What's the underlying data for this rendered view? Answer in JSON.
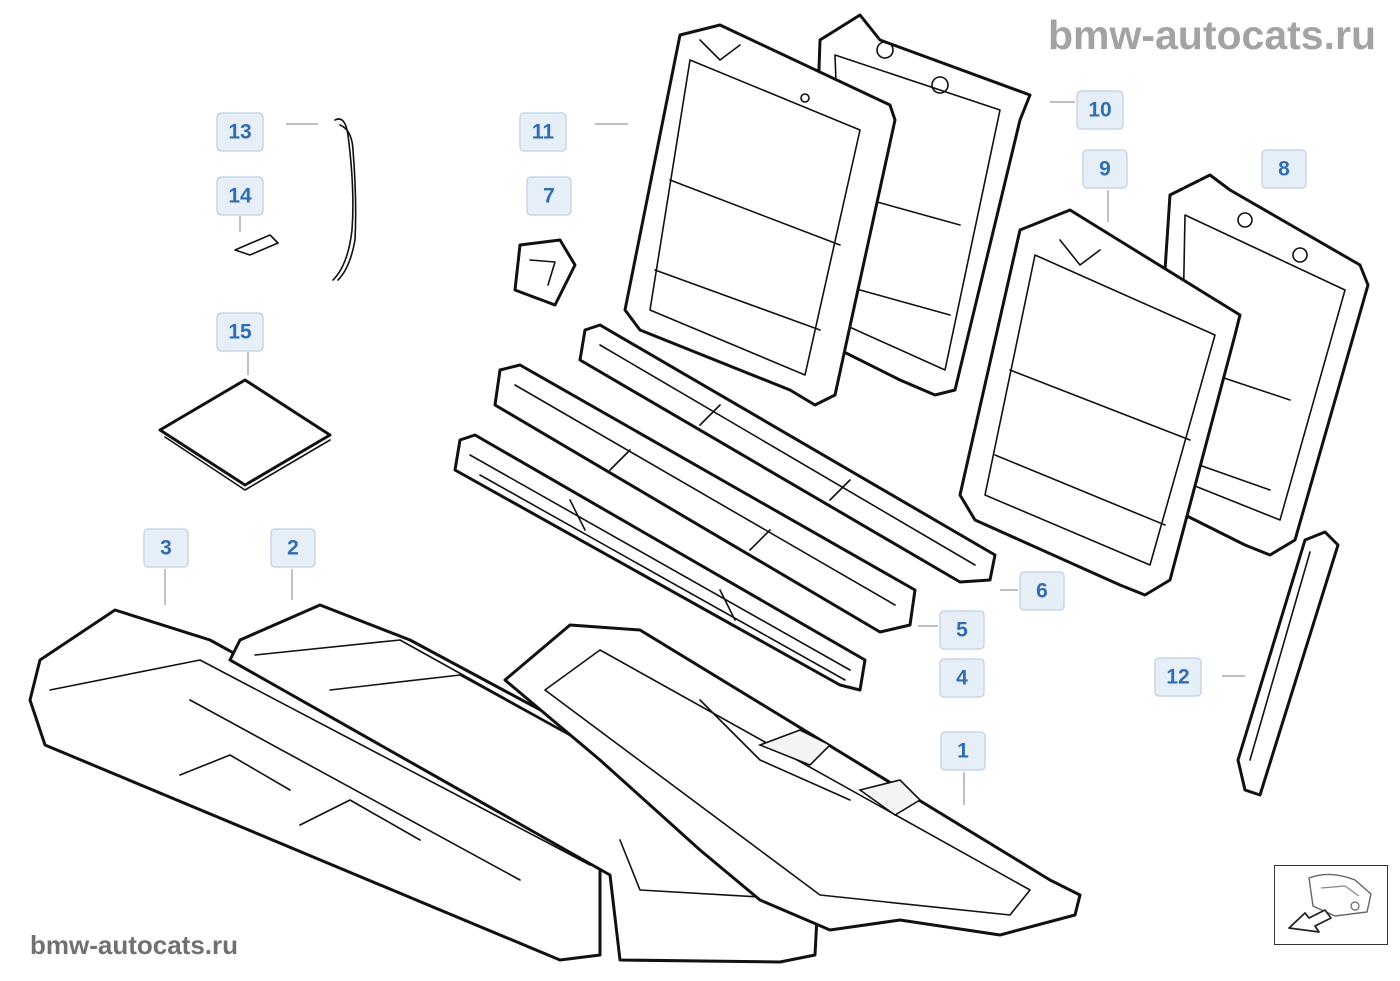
{
  "watermark": {
    "top": "bmw-autocats.ru",
    "bottom": "bmw-autocats.ru"
  },
  "callouts": [
    {
      "id": "callout-1",
      "label": "1"
    },
    {
      "id": "callout-2",
      "label": "2"
    },
    {
      "id": "callout-3",
      "label": "3"
    },
    {
      "id": "callout-4",
      "label": "4"
    },
    {
      "id": "callout-5",
      "label": "5"
    },
    {
      "id": "callout-6",
      "label": "6"
    },
    {
      "id": "callout-7",
      "label": "7"
    },
    {
      "id": "callout-8",
      "label": "8"
    },
    {
      "id": "callout-9",
      "label": "9"
    },
    {
      "id": "callout-10",
      "label": "10"
    },
    {
      "id": "callout-11",
      "label": "11"
    },
    {
      "id": "callout-12",
      "label": "12"
    },
    {
      "id": "callout-13",
      "label": "13"
    },
    {
      "id": "callout-14",
      "label": "14"
    },
    {
      "id": "callout-15",
      "label": "15"
    }
  ],
  "colors": {
    "callout_text": "#2f6db0",
    "callout_fill": "#e6eef7",
    "line": "#111111",
    "watermark": "#8a8a8a"
  },
  "nav": {
    "icon": "arrow-down-left-icon"
  }
}
